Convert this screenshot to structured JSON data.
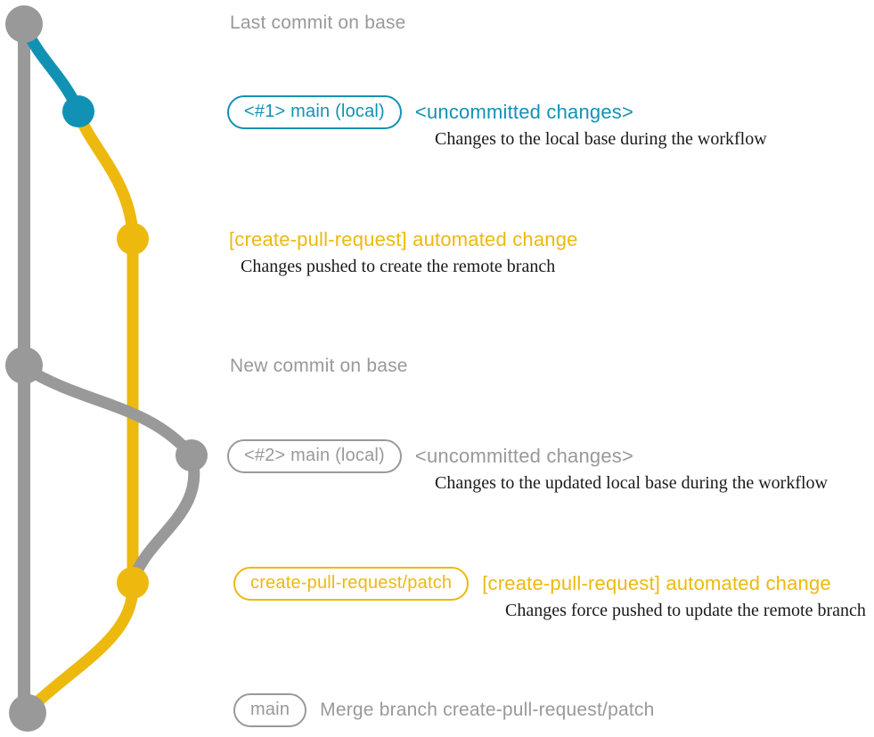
{
  "colors": {
    "gray": "#999999",
    "blue": "#1192b4",
    "yellow": "#edb90e",
    "ink": "#1a1a1a",
    "background": "#ffffff"
  },
  "graph": {
    "branches": [
      {
        "name": "base-branch-line",
        "color": "gray"
      },
      {
        "name": "local-main-branch",
        "color": "blue"
      },
      {
        "name": "create-pull-request-patch-branch",
        "color": "yellow"
      }
    ],
    "nodes": [
      {
        "name": "last-commit-on-base-node",
        "color": "gray"
      },
      {
        "name": "local-main-commit-1-node",
        "color": "blue"
      },
      {
        "name": "remote-branch-created-node",
        "color": "yellow"
      },
      {
        "name": "new-commit-on-base-node",
        "color": "gray"
      },
      {
        "name": "local-main-commit-2-node",
        "color": "gray"
      },
      {
        "name": "remote-branch-updated-node",
        "color": "yellow"
      },
      {
        "name": "merge-commit-node",
        "color": "gray"
      }
    ]
  },
  "annotations": {
    "last_commit": {
      "label": "Last commit on base"
    },
    "row_main_1": {
      "badge": "<#1> main (local)",
      "status": "<uncommitted changes>",
      "description": "Changes to the local base during the workflow"
    },
    "row_push_1": {
      "label": "[create-pull-request] automated change",
      "description": "Changes pushed to create the remote branch"
    },
    "new_commit": {
      "label": "New commit on base"
    },
    "row_main_2": {
      "badge": "<#2> main (local)",
      "status": "<uncommitted changes>",
      "description": "Changes to the updated local base during the workflow"
    },
    "row_push_2": {
      "badge": "create-pull-request/patch",
      "label": "[create-pull-request] automated change",
      "description": "Changes force pushed to update the remote branch"
    },
    "row_merge": {
      "badge": "main",
      "label": "Merge branch create-pull-request/patch"
    }
  }
}
